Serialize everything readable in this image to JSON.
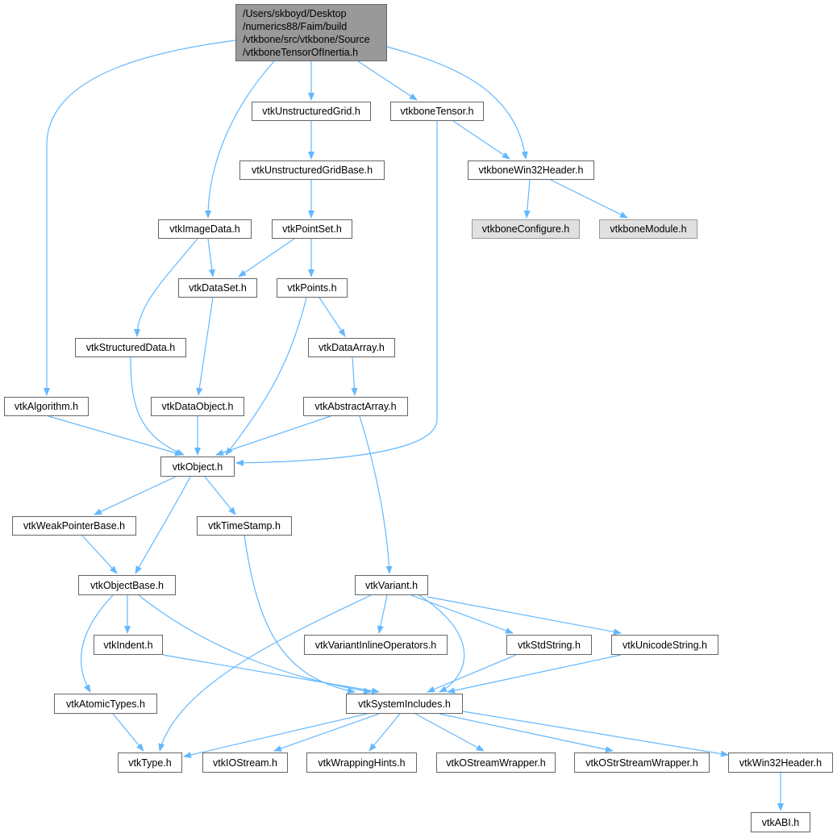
{
  "root": {
    "label_lines": [
      "/Users/skboyd/Desktop",
      "/numerics88/Faim/build",
      "/vtkbone/src/vtkbone/Source",
      "/vtkboneTensorOfInertia.h"
    ]
  },
  "nodes": {
    "vtkUnstructuredGrid": "vtkUnstructuredGrid.h",
    "vtkboneTensor": "vtkboneTensor.h",
    "vtkUnstructuredGridBase": "vtkUnstructuredGridBase.h",
    "vtkboneWin32Header": "vtkboneWin32Header.h",
    "vtkImageData": "vtkImageData.h",
    "vtkPointSet": "vtkPointSet.h",
    "vtkboneConfigure": "vtkboneConfigure.h",
    "vtkboneModule": "vtkboneModule.h",
    "vtkDataSet": "vtkDataSet.h",
    "vtkPoints": "vtkPoints.h",
    "vtkStructuredData": "vtkStructuredData.h",
    "vtkDataArray": "vtkDataArray.h",
    "vtkAlgorithm": "vtkAlgorithm.h",
    "vtkDataObject": "vtkDataObject.h",
    "vtkAbstractArray": "vtkAbstractArray.h",
    "vtkObject": "vtkObject.h",
    "vtkWeakPointerBase": "vtkWeakPointerBase.h",
    "vtkTimeStamp": "vtkTimeStamp.h",
    "vtkObjectBase": "vtkObjectBase.h",
    "vtkVariant": "vtkVariant.h",
    "vtkIndent": "vtkIndent.h",
    "vtkVariantInlineOperators": "vtkVariantInlineOperators.h",
    "vtkStdString": "vtkStdString.h",
    "vtkUnicodeString": "vtkUnicodeString.h",
    "vtkAtomicTypes": "vtkAtomicTypes.h",
    "vtkSystemIncludes": "vtkSystemIncludes.h",
    "vtkType": "vtkType.h",
    "vtkIOStream": "vtkIOStream.h",
    "vtkWrappingHints": "vtkWrappingHints.h",
    "vtkOStreamWrapper": "vtkOStreamWrapper.h",
    "vtkOStrStreamWrapper": "vtkOStrStreamWrapper.h",
    "vtkWin32Header": "vtkWin32Header.h",
    "vtkABI": "vtkABI.h"
  },
  "colors": {
    "edge": "#63b8ff",
    "node_border": "#666666",
    "root_fill": "#999999",
    "external_fill": "#e0e0e0"
  }
}
